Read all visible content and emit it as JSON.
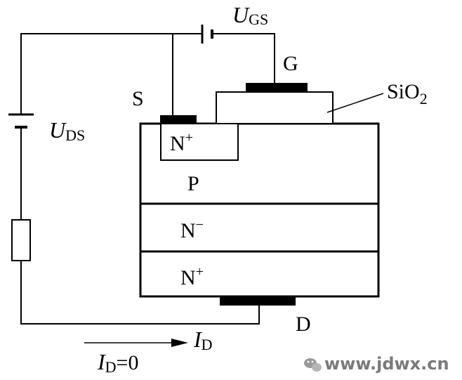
{
  "labels": {
    "ugs_main": "U",
    "ugs_sub": "GS",
    "g": "G",
    "s": "S",
    "sio2_main": "SiO",
    "sio2_sub": "2",
    "uds_main": "U",
    "uds_sub": "DS",
    "n_plus_top": "N",
    "n_plus_top_sup": "+",
    "p": "P",
    "n_minus": "N",
    "n_minus_sup": "−",
    "n_plus_bottom": "N",
    "n_plus_bottom_sup": "+",
    "d": "D",
    "id_arrow_main": "I",
    "id_arrow_sub": "D",
    "id_eq_main": "I",
    "id_eq_sub": "D",
    "id_eq_rest": "=0"
  },
  "watermark": {
    "text": "www.jdwx.cn",
    "icon": "wechat-icon"
  },
  "colors": {
    "line": "#000000",
    "background": "#ffffff",
    "watermark": "#7a7a7a"
  }
}
